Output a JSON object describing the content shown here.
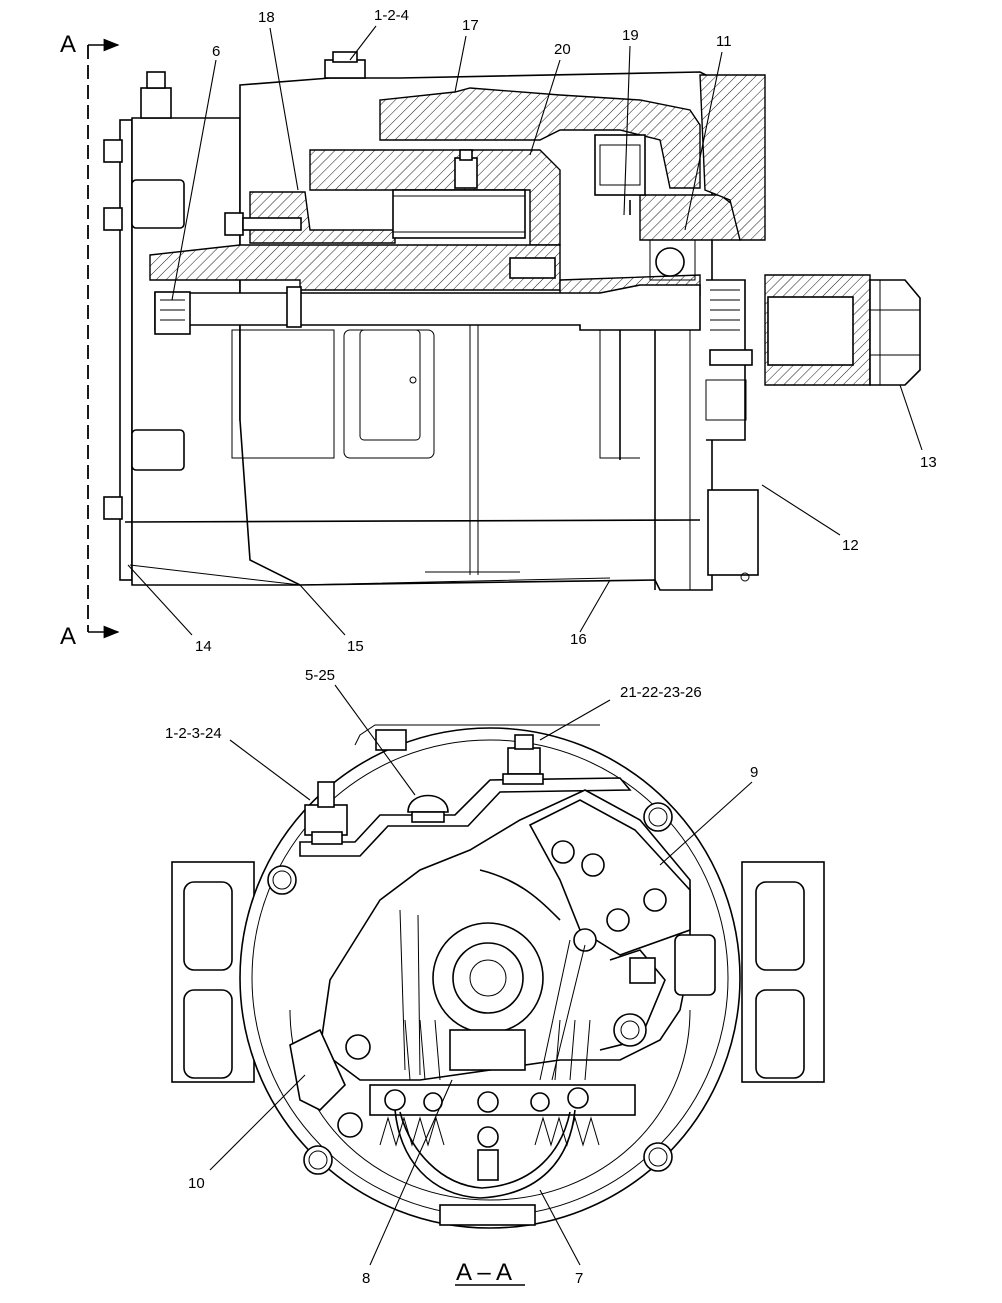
{
  "section": {
    "marker_top": "A",
    "marker_bottom": "A",
    "view_title": "A – A"
  },
  "callouts": {
    "c_1_2_4": "1-2-4",
    "c_17": "17",
    "c_18": "18",
    "c_20": "20",
    "c_19": "19",
    "c_11": "11",
    "c_6": "6",
    "c_13": "13",
    "c_12": "12",
    "c_14": "14",
    "c_15": "15",
    "c_16": "16",
    "c_5_25": "5-25",
    "c_21_22_23_26": "21-22-23-26",
    "c_1_2_3_24": "1-2-3-24",
    "c_9": "9",
    "c_10": "10",
    "c_8": "8",
    "c_7": "7"
  }
}
